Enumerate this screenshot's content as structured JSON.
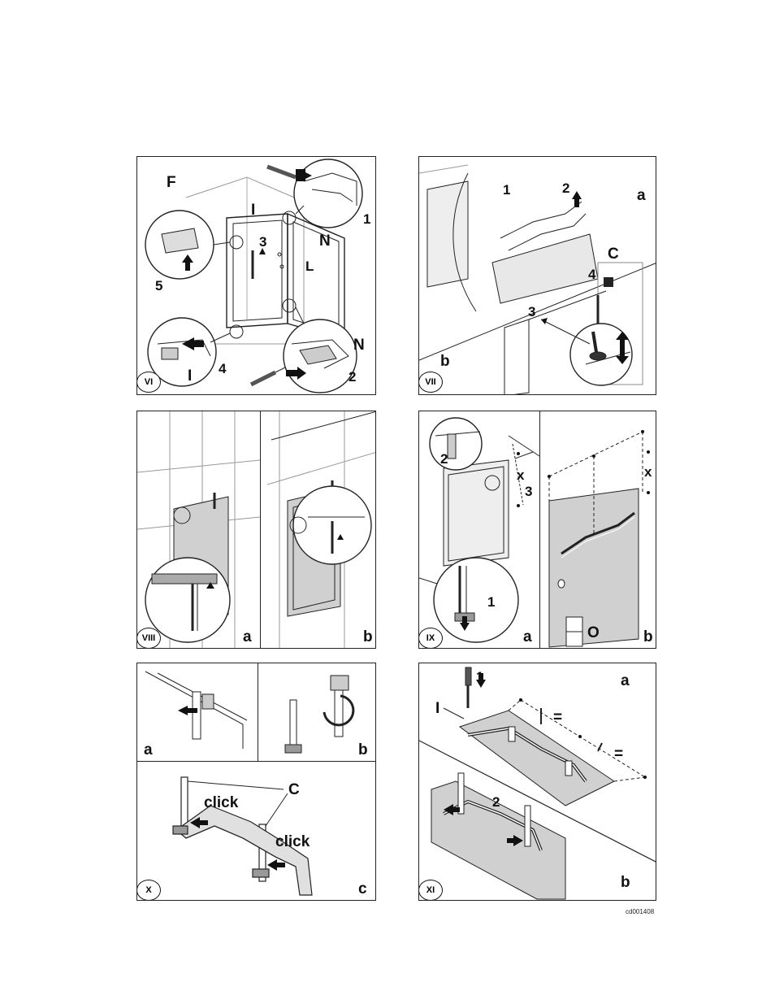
{
  "panels": {
    "vi": {
      "roman": "VI",
      "labels": {
        "F": "F",
        "I_top": "I",
        "three": "3",
        "L": "L",
        "one": "1",
        "N_top": "N",
        "five": "5",
        "N_bot": "N",
        "I_bot": "I",
        "four": "4",
        "two": "2"
      }
    },
    "vii": {
      "roman": "VII",
      "labels": {
        "one": "1",
        "two": "2",
        "a": "a",
        "C": "C",
        "four": "4",
        "three": "3",
        "b": "b"
      }
    },
    "viii": {
      "roman": "VIII",
      "labels": {
        "a": "a",
        "b": "b"
      }
    },
    "ix": {
      "roman": "IX",
      "labels": {
        "two": "2",
        "x_left": "x",
        "three": "3",
        "one": "1",
        "a": "a",
        "x_right": "x",
        "O": "O",
        "b": "b"
      }
    },
    "x": {
      "roman": "X",
      "labels": {
        "a": "a",
        "b": "b",
        "C": "C",
        "click1": "click",
        "click2": "click",
        "c": "c"
      }
    },
    "xi": {
      "roman": "XI",
      "labels": {
        "one": "1",
        "a": "a",
        "I": "I",
        "eq1": "=",
        "eq2": "=",
        "two": "2",
        "b": "b"
      }
    }
  },
  "footer_code": "cd001408"
}
